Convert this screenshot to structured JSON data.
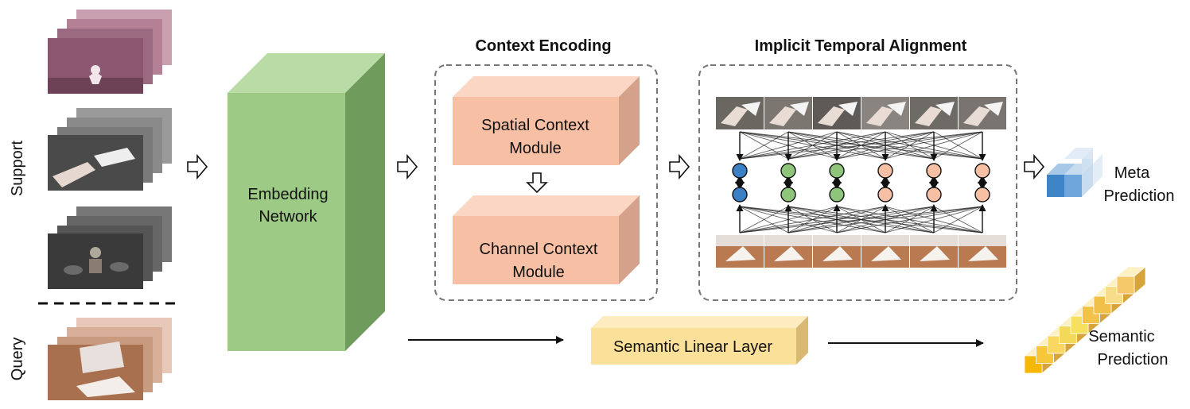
{
  "labels": {
    "support": "Support",
    "query": "Query",
    "embedding_line1": "Embedding",
    "embedding_line2": "Network",
    "context_encoding": "Context Encoding",
    "spatial_line1": "Spatial Context",
    "spatial_line2": "Module",
    "channel_line1": "Channel Context",
    "channel_line2": "Module",
    "implicit_alignment": "Implicit Temporal Alignment",
    "semantic_linear": "Semantic Linear Layer",
    "meta_line1": "Meta",
    "meta_line2": "Prediction",
    "semantic_pred_line1": "Semantic",
    "semantic_pred_line2": "Prediction"
  },
  "colors": {
    "embedding_front": "#9dcb85",
    "embedding_top": "#b9dba6",
    "embedding_side": "#6f9c5c",
    "module_front": "#f7bfa4",
    "module_top": "#fbd6c4",
    "module_side": "#d4a28b",
    "semantic_front": "#fbe09a",
    "semantic_top": "#fdecc0",
    "semantic_side": "#d8b873",
    "node_blue": "#3b7fc4",
    "node_green": "#8fc57a",
    "node_peach": "#f7bfa4",
    "dashed_border": "#777777"
  },
  "alignment_nodes": [
    "blue",
    "green",
    "green",
    "peach",
    "peach",
    "peach"
  ]
}
